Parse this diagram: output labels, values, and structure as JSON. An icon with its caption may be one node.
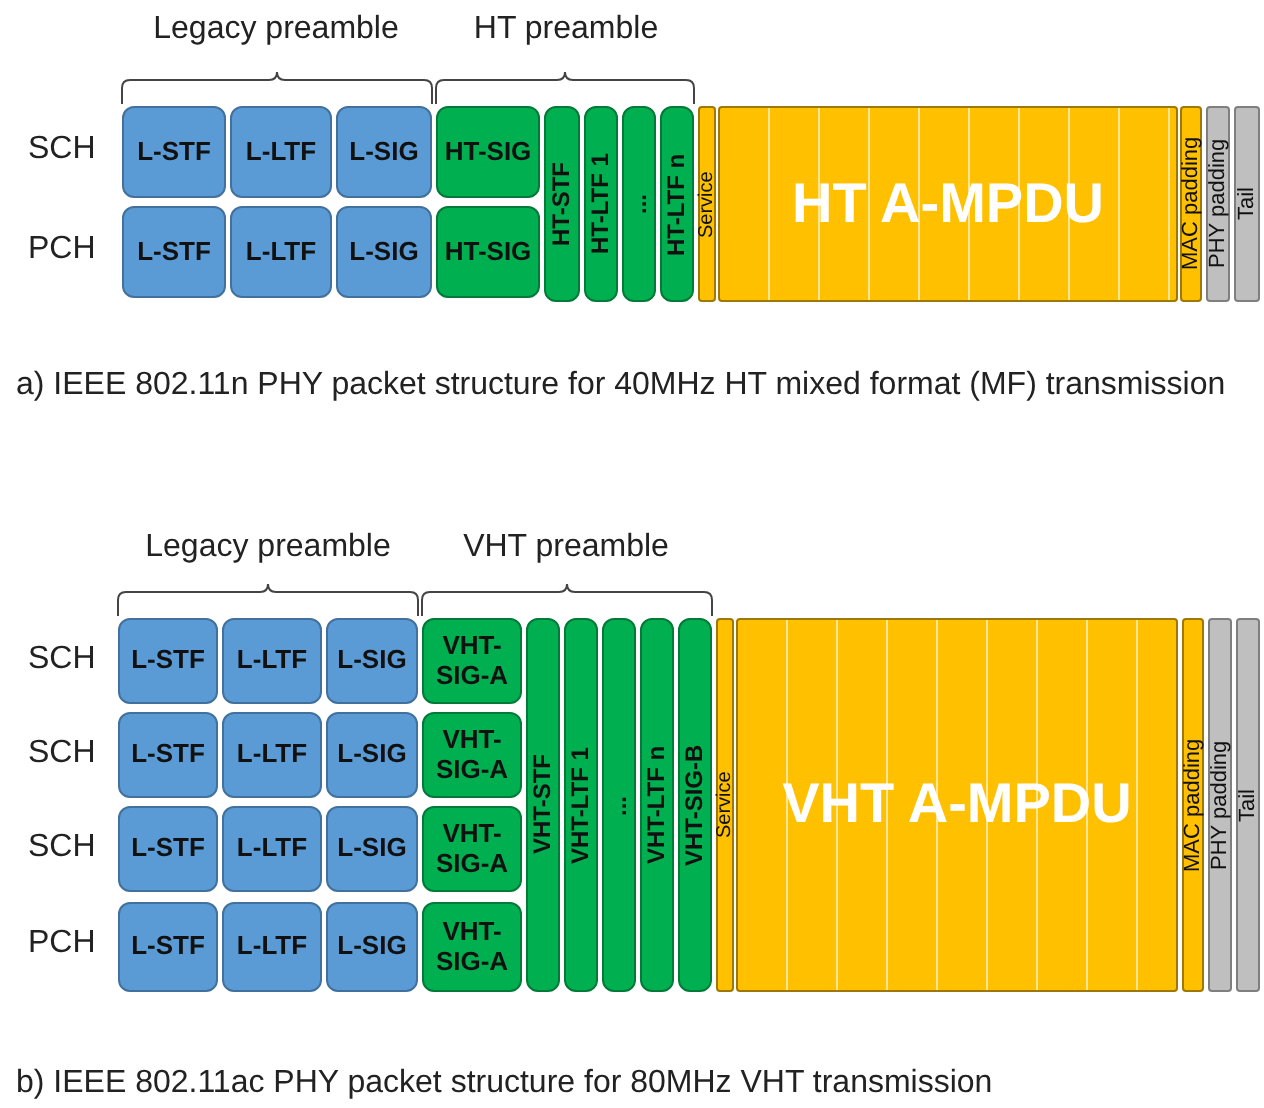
{
  "diagram": {
    "nodes": [
      {
        "text": [
          "L-STF"
        ]
      },
      {
        "text": [
          "L-LTF"
        ]
      },
      {
        "text": [
          "L-SIG"
        ]
      },
      {
        "text": [
          "HT-SIG"
        ]
      },
      {
        "text": [
          "HT-STF"
        ]
      },
      {
        "text": [
          "HT-LTF 1"
        ]
      },
      {
        "text": [
          "..."
        ]
      },
      {
        "text": [
          "HT-LTF n"
        ]
      },
      {
        "text": [
          "Service"
        ]
      },
      {
        "text": [
          "HT A-MPDU"
        ]
      },
      {
        "text": [
          "MAC padding"
        ]
      },
      {
        "text": [
          "PHY padding"
        ]
      },
      {
        "text": [
          "Tail"
        ]
      },
      {
        "text": [
          "L-STF"
        ]
      },
      {
        "text": [
          "L-LTF"
        ]
      },
      {
        "text": [
          "L-SIG"
        ]
      },
      {
        "text": [
          "HT-SIG"
        ]
      },
      {
        "text": [
          "L-STF"
        ]
      },
      {
        "text": [
          "L-LTF"
        ]
      },
      {
        "text": [
          "L-SIG"
        ]
      },
      {
        "text": [
          "VHT-SIG-A"
        ]
      },
      {
        "text": [
          "VHT-STF"
        ]
      },
      {
        "text": [
          "VHT-LTF 1"
        ]
      },
      {
        "text": [
          "..."
        ]
      },
      {
        "text": [
          "VHT-LTF n"
        ]
      },
      {
        "text": [
          "VHT-SIG-B"
        ]
      },
      {
        "text": [
          "Service"
        ]
      },
      {
        "text": [
          "VHT A-MPDU"
        ]
      },
      {
        "text": [
          "MAC padding"
        ]
      },
      {
        "text": [
          "PHY padding"
        ]
      },
      {
        "text": [
          "Tail"
        ]
      },
      {
        "text": [
          "L-STF"
        ]
      },
      {
        "text": [
          "L-LTF"
        ]
      },
      {
        "text": [
          "L-SIG"
        ]
      },
      {
        "text": [
          "VHT-SIG-A"
        ]
      },
      {
        "text": [
          "L-STF"
        ]
      },
      {
        "text": [
          "L-LTF"
        ]
      },
      {
        "text": [
          "L-SIG"
        ]
      },
      {
        "text": [
          "VHT-SIG-A"
        ]
      },
      {
        "text": [
          "L-STF"
        ]
      },
      {
        "text": [
          "L-LTF"
        ]
      },
      {
        "text": [
          "L-SIG"
        ]
      },
      {
        "text": [
          "VHT-SIG-A"
        ]
      }
    ],
    "labels": [
      "Legacy preamble",
      "HT preamble",
      "SCH",
      "PCH",
      "a) IEEE 802.11n PHY packet structure for 40MHz HT mixed format (MF) transmission",
      "Legacy preamble",
      "VHT preamble",
      "SCH",
      "SCH",
      "SCH",
      "PCH",
      "b) IEEE 802.11ac PHY packet structure for 80MHz VHT transmission"
    ]
  }
}
